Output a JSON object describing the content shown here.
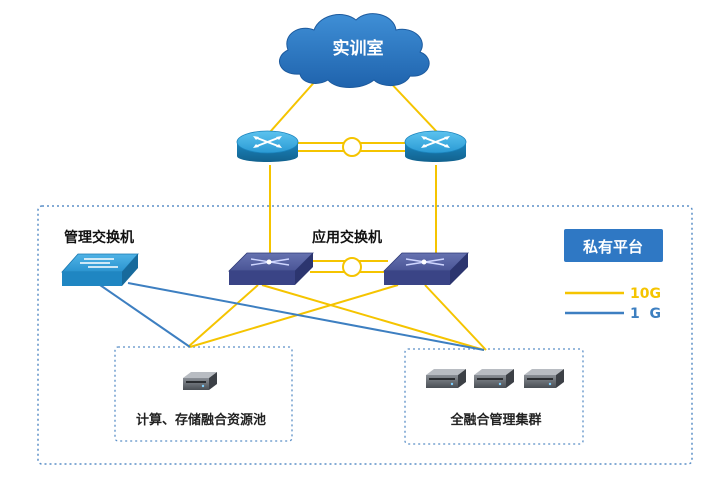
{
  "cloud": {
    "label": "实训室"
  },
  "labels": {
    "mgmt_switch": "管理交换机",
    "app_switch": "应用交换机",
    "compute_pool": "计算、存储融合资源池",
    "mgmt_cluster": "全融合管理集群"
  },
  "badge": {
    "text": "私有平台"
  },
  "legend": {
    "items": [
      {
        "label": "10G",
        "color": "#f5c400"
      },
      {
        "label": "1  G",
        "color": "#3d7fc1"
      }
    ]
  },
  "colors": {
    "link_10g": "#f5c400",
    "link_1g": "#3d7fc1",
    "cloud": "#2b78c6",
    "router": "#1f8fc7",
    "app_switch": "#3f4a8c",
    "mgmt_switch": "#1f8fc7",
    "badge": "#2f78c4",
    "dotted_border": "#5b8fc7"
  }
}
